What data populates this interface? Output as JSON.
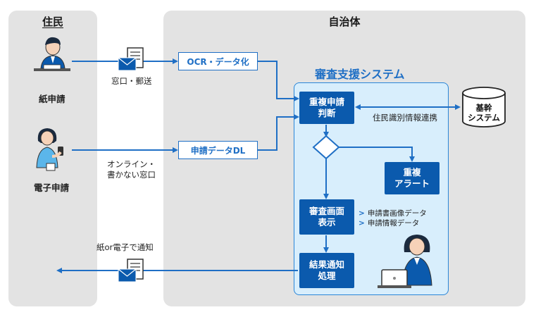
{
  "residents": {
    "title": "住民",
    "paper_label": "紙申請",
    "electronic_label": "電子申請"
  },
  "municipality": {
    "title": "自治体"
  },
  "channels": {
    "mail_label": "窓口・郵送",
    "online_line1": "オンライン・",
    "online_line2": "書かない窓口",
    "notify_label": "紙or電子で通知"
  },
  "boxes": {
    "ocr": "OCR・データ化",
    "download": "申請データDL"
  },
  "system": {
    "title": "審査支援システム",
    "dup_check": "重複申請\n判断",
    "dup_alert": "重複\nアラート",
    "review_display": "審査画面\n表示",
    "result_notify": "結果通知\n処理",
    "bullet1": "申請書画像データ",
    "bullet2": "申請情報データ"
  },
  "core": {
    "label": "基幹\nシステム",
    "link_label": "住民識別情報連携"
  },
  "colors": {
    "accent": "#1f6fc5",
    "dark_box": "#0b5aad",
    "system_bg": "#d8eefc",
    "panel_bg": "#e3e3e3"
  }
}
